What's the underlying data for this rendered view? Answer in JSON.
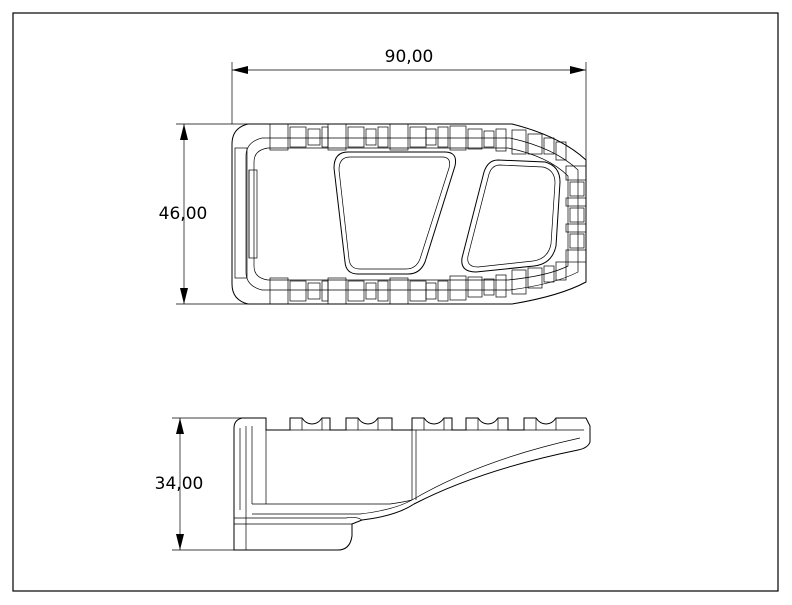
{
  "dimensions": {
    "width": "90,00",
    "height_top": "46,00",
    "height_side": "34,00"
  },
  "colors": {
    "line": "#000000",
    "background": "#ffffff"
  }
}
